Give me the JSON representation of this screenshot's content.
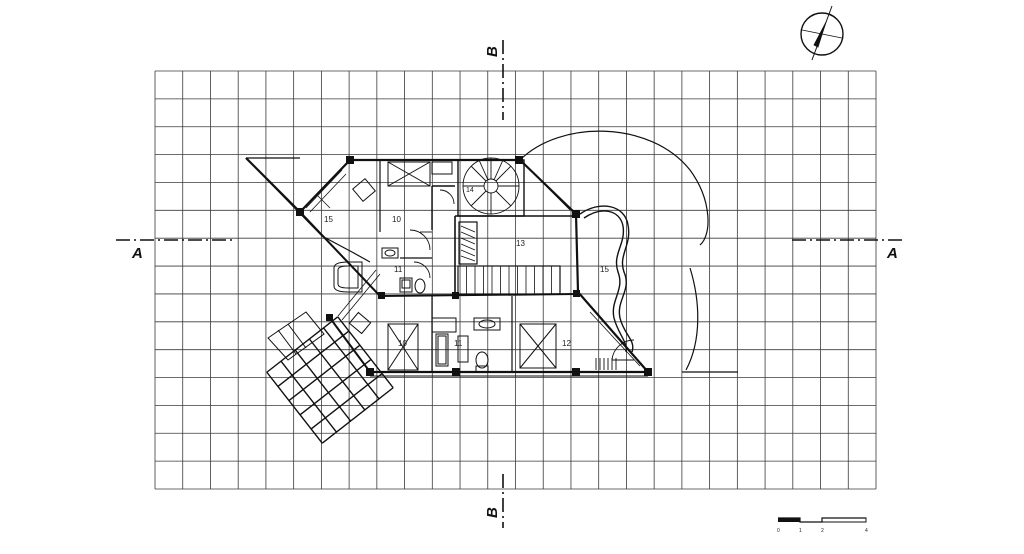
{
  "drawing": {
    "section_marks": {
      "a_left": "A",
      "a_right": "A",
      "b_top": "B",
      "b_bottom": "B"
    },
    "rooms": [
      {
        "id": "r15a",
        "label": "15"
      },
      {
        "id": "r10a",
        "label": "10"
      },
      {
        "id": "r14",
        "label": "14"
      },
      {
        "id": "r13",
        "label": "13"
      },
      {
        "id": "r11a",
        "label": "11"
      },
      {
        "id": "r15b",
        "label": "15"
      },
      {
        "id": "r10b",
        "label": "10"
      },
      {
        "id": "r11b",
        "label": "11"
      },
      {
        "id": "r12",
        "label": "12"
      }
    ],
    "scale_bar": {
      "ticks": [
        "0",
        "1",
        "2",
        "4"
      ]
    },
    "colors": {
      "ink": "#111111",
      "grid": "#3a3a3a",
      "paper": "#ffffff"
    }
  }
}
